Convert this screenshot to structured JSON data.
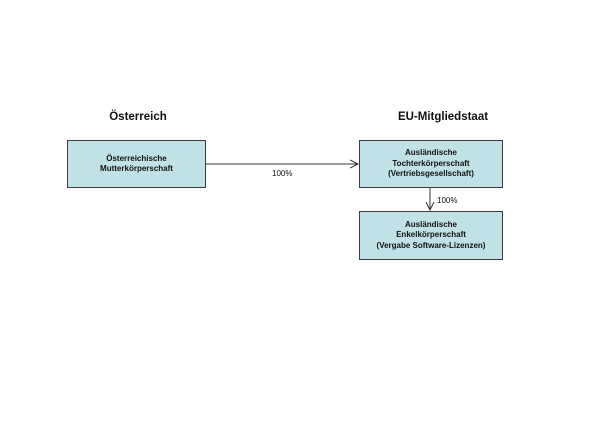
{
  "headings": {
    "left": "Österreich",
    "right": "EU-Mitgliedstaat"
  },
  "boxes": {
    "parent": {
      "lines": [
        "Österreichische",
        "Mutterkörperschaft"
      ]
    },
    "subsidiary": {
      "lines": [
        "Ausländische",
        "Tochterkörperschaft",
        "(Vertriebsgesellschaft)"
      ]
    },
    "grandchild": {
      "lines": [
        "Ausländische",
        "Enkelkörperschaft",
        "(Vergabe Software-Lizenzen)"
      ]
    }
  },
  "connectors": {
    "parent_to_subsidiary": "100%",
    "subsidiary_to_grandchild": "100%"
  },
  "colors": {
    "box_fill": "#bfe2e6",
    "box_border": "#3b3b3b",
    "line": "#333333"
  }
}
